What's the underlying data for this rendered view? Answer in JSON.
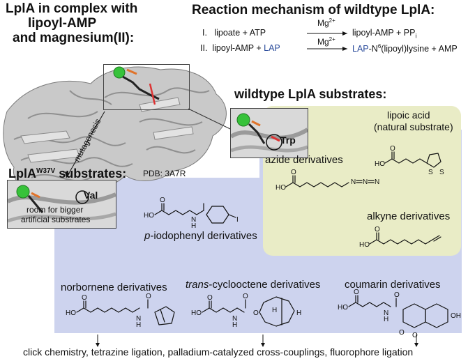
{
  "title_complex": [
    "LplA in complex with",
    "lipoyl-AMP",
    "and magnesium(II):"
  ],
  "mechanism": {
    "title": "Reaction mechanism of wildtype LplA:",
    "step1": {
      "num": "I.",
      "left": "lipoate + ATP",
      "cat": "Mg",
      "cat_sup": "2+",
      "right_a": "lipoyl-AMP + PP",
      "right_sub": "i"
    },
    "step2": {
      "num": "II.",
      "left_a": "lipoyl-AMP + ",
      "left_lap": "LAP",
      "cat": "Mg",
      "cat_sup": "2+",
      "right_lap": "LAP",
      "right_a": "-N",
      "right_sup": "6",
      "right_b": "(lipoyl)lysine + AMP"
    }
  },
  "labels": {
    "wildtype_substrates": "wildtype LplA substrates:",
    "mutant_substrates": "LplA",
    "mutant_sup": "W37V",
    "mutant_suffix": " substrates:",
    "mutagenesis": "mutagenesis",
    "pdb": "PDB: 3A7R",
    "trp": "Trp",
    "val": "Val",
    "room": [
      "room for bigger",
      "artificial substrates"
    ]
  },
  "substrates": {
    "lipoic": [
      "lipoic acid",
      "(natural substrate)"
    ],
    "azide": "azide derivatives",
    "alkyne": "alkyne derivatives",
    "iodophenyl_italic": "p",
    "iodophenyl_rest": "-iodophenyl derivatives",
    "norbornene": "norbornene derivatives",
    "tco_italic": "trans",
    "tco_rest": "-cyclooctene derivatives",
    "coumarin": "coumarin derivatives"
  },
  "applications": "click chemistry, tetrazine ligation, palladium-catalyzed cross-couplings, fluorophore ligation",
  "atoms": {
    "O": "O",
    "OH": "HO",
    "N": "N",
    "H": "H",
    "S": "S",
    "I": "I",
    "Nplus": "N",
    "Nminus": "N",
    "ohr": "OH"
  },
  "colors": {
    "blue_panel": "#cdd3ee",
    "yellow_panel": "#e9ecc6",
    "lap_blue": "#2a4b9b",
    "mg_green": "#37c23a"
  }
}
